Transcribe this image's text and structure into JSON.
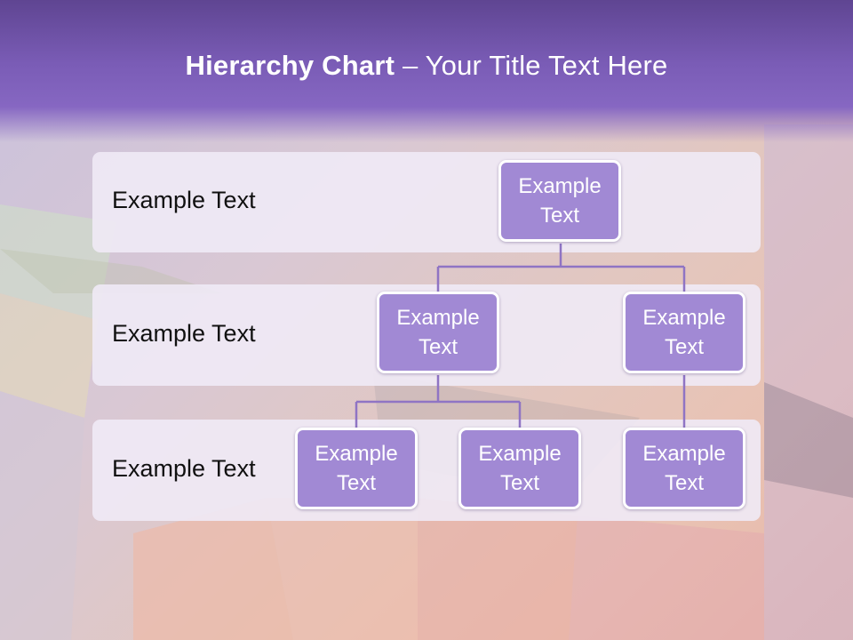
{
  "slide": {
    "title_bold": "Hierarchy Chart",
    "title_rest": " – Your Title Text Here"
  },
  "levels": [
    {
      "label": "Example Text"
    },
    {
      "label": "Example Text"
    },
    {
      "label": "Example Text"
    }
  ],
  "nodes": {
    "root": "Example Text",
    "level2_left": "Example Text",
    "level2_right": "Example Text",
    "level3_left_a": "Example Text",
    "level3_left_b": "Example Text",
    "level3_right": "Example Text"
  },
  "colors": {
    "header": "#7a5cb6",
    "node_fill": "#a189d4",
    "node_border": "#ffffff",
    "connector": "#8f74c4",
    "band": "#f0eaf6"
  }
}
